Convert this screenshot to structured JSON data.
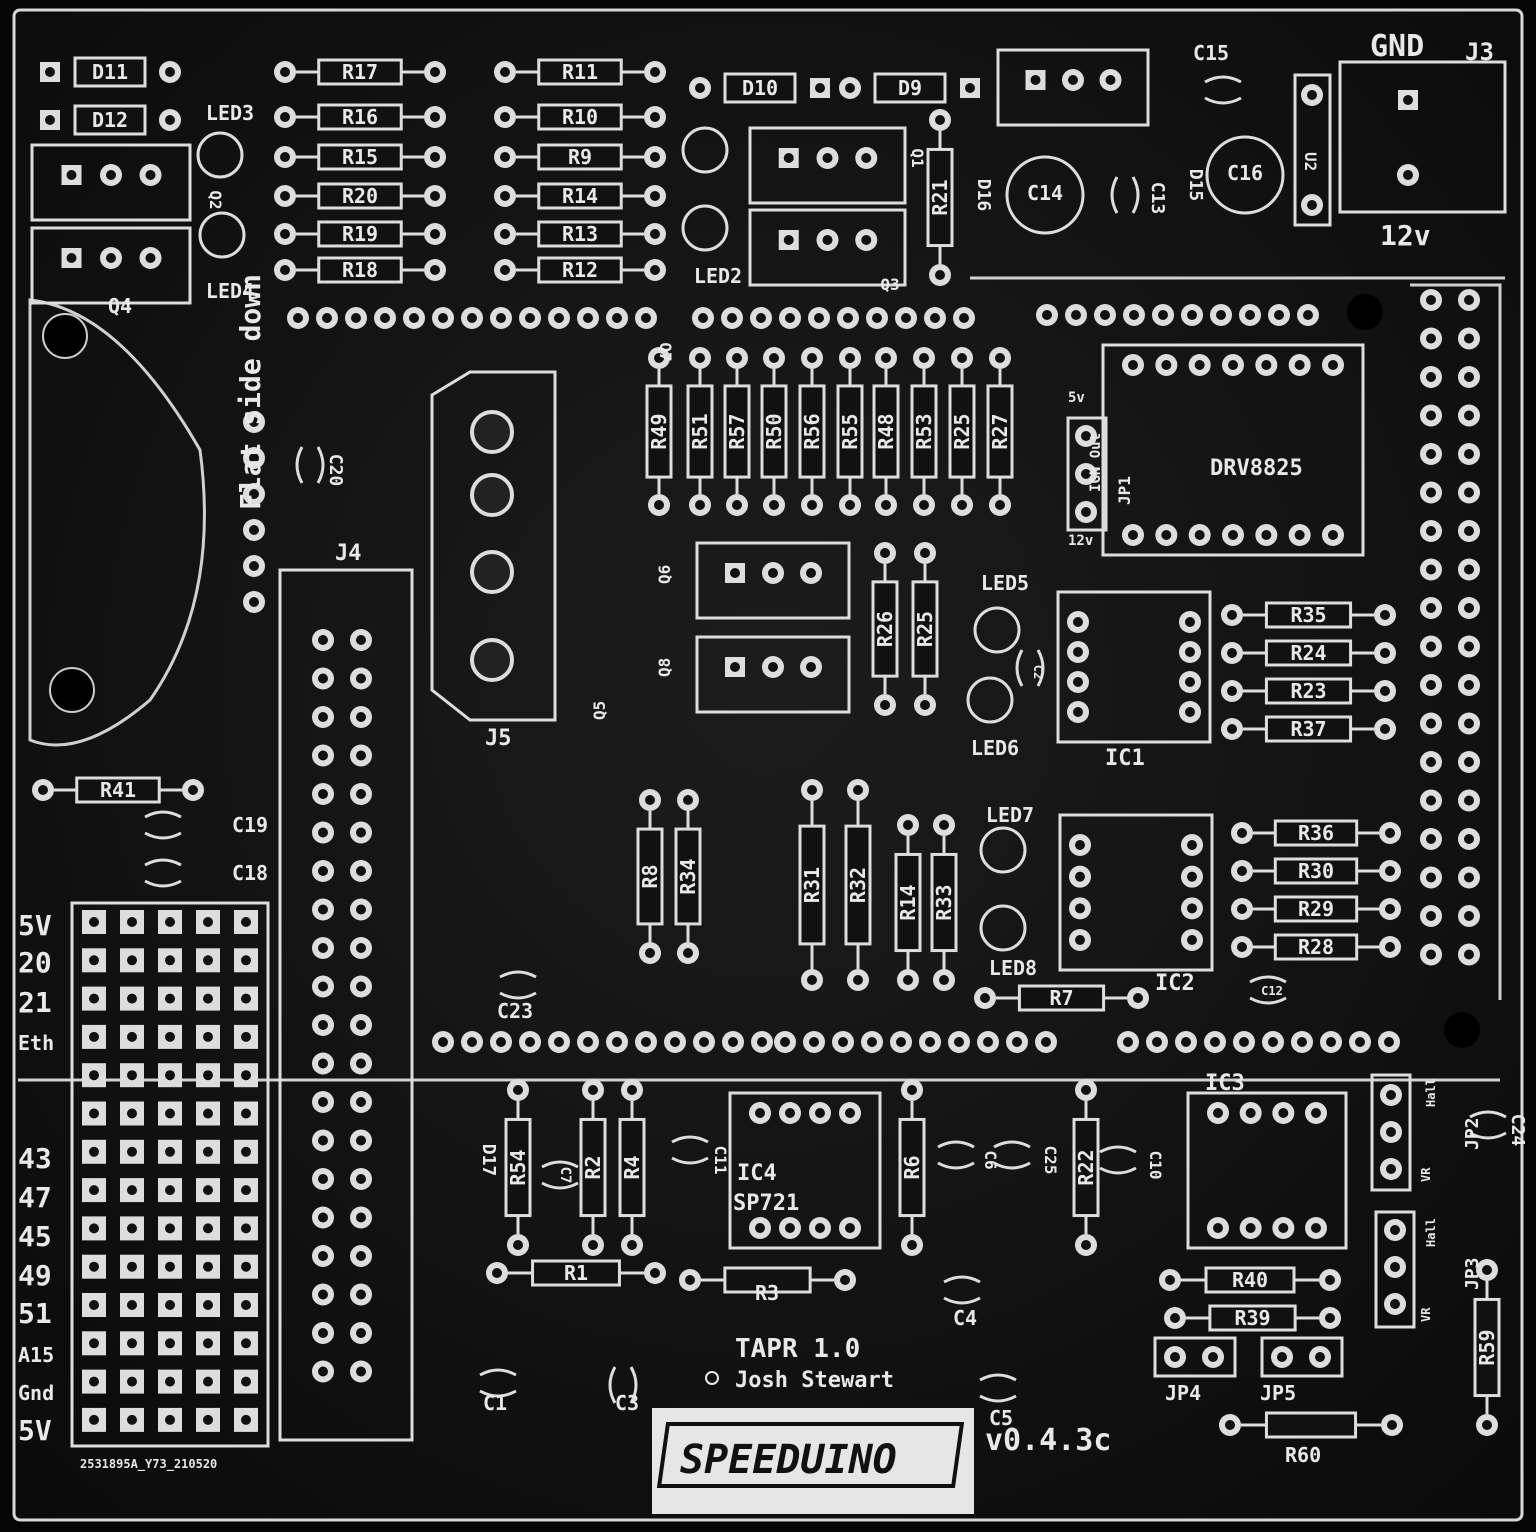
{
  "board": {
    "title": "TAPR 1.0",
    "author": "Josh Stewart",
    "version": "v0.4.3c",
    "logo_text": "SPEEDUINO",
    "serial": "2531895A_Y73_210520",
    "map_note": "Flat side down",
    "power_labels": {
      "gnd": "GND",
      "v12": "12v",
      "j3": "J3"
    },
    "connectors": {
      "j4": "J4",
      "j5": "J5",
      "q5": "Q5",
      "q6": "Q6",
      "q8": "Q8",
      "u2": "U2",
      "ic1": "IC1",
      "ic2": "IC2",
      "ic3": "IC3",
      "ic4": "IC4",
      "ic4_part": "SP721",
      "drv": "DRV8825"
    },
    "jumpers": {
      "jp1": "JP1",
      "jp1_5v": "5v",
      "jp1_out": "IGN Out",
      "jp1_12v": "12v",
      "jp2": "JP2",
      "jp3": "JP3",
      "jp4": "JP4",
      "jp5": "JP5",
      "vr": "VR",
      "hall": "Hall"
    },
    "proto_labels": [
      "5V",
      "20",
      "21",
      "Eth",
      "43",
      "47",
      "45",
      "49",
      "51",
      "A15",
      "Gnd",
      "5V"
    ],
    "leds": [
      "LED3",
      "LED4",
      "LED2",
      "LED5",
      "LED6",
      "LED7",
      "LED8"
    ],
    "diodes": [
      "D11",
      "D12",
      "D10",
      "D9",
      "D16",
      "D15",
      "D17"
    ],
    "resistors": {
      "col_a": [
        "R17",
        "R16",
        "R15",
        "R20",
        "R19",
        "R18"
      ],
      "col_b": [
        "R11",
        "R10",
        "R9",
        "R14",
        "R13",
        "R12"
      ],
      "vertical": [
        "R49",
        "R51",
        "R57",
        "R50",
        "R56",
        "R55",
        "R48",
        "R53",
        "R25",
        "R27"
      ],
      "mid": [
        "R26",
        "R25"
      ],
      "right_a": [
        "R35",
        "R24",
        "R23",
        "R37"
      ],
      "right_b": [
        "R36",
        "R30",
        "R29",
        "R28"
      ],
      "center": [
        "R8",
        "R34",
        "R31",
        "R32",
        "R14",
        "R33"
      ],
      "lower": [
        "R54",
        "R2",
        "R4",
        "R6",
        "R22",
        "R1"
      ],
      "misc": {
        "r41": "R41",
        "r7": "R7",
        "r3": "R3",
        "r40": "R40",
        "r39": "R39",
        "r60": "R60",
        "r59": "R59",
        "r21": "R21"
      }
    },
    "caps": [
      "C15",
      "C14",
      "C13",
      "C16",
      "C20",
      "C19",
      "C18",
      "C23",
      "C24",
      "C11",
      "C6",
      "C25",
      "C10",
      "C7",
      "C4",
      "C1",
      "C3",
      "C5",
      "C12",
      "C2"
    ],
    "transistors": [
      "Q1",
      "Q2",
      "Q3",
      "Q4",
      "Q7"
    ]
  }
}
